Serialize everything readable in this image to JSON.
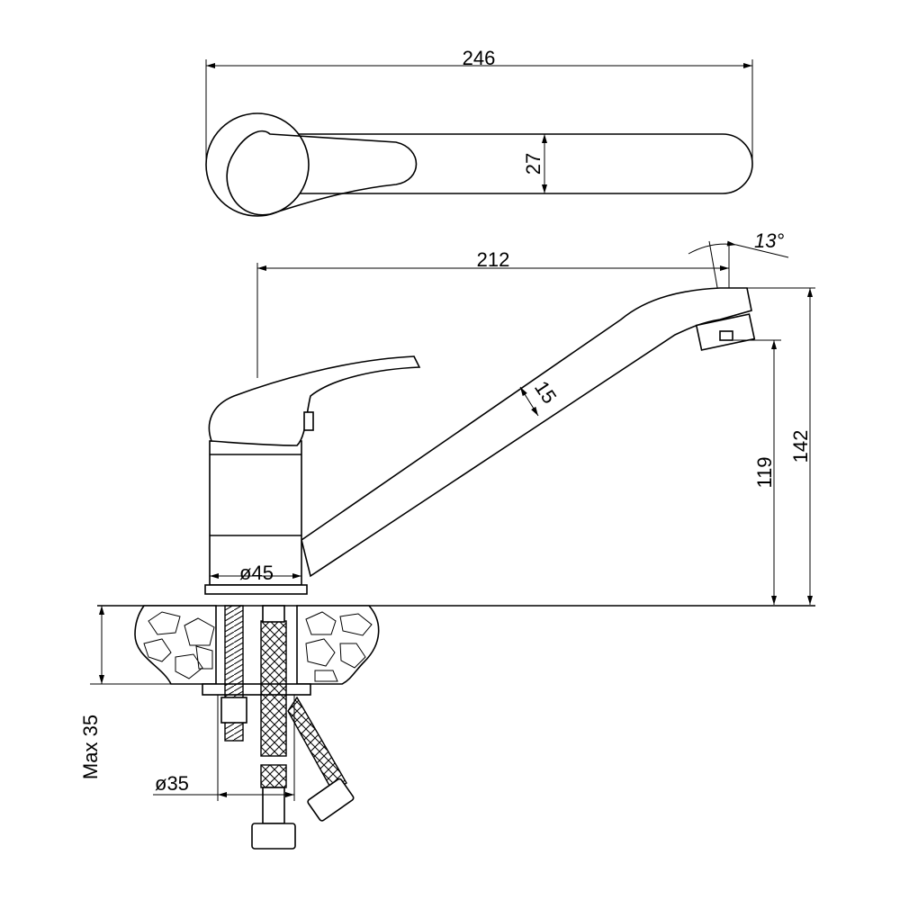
{
  "drawing": {
    "title": "Kitchen faucet dimension drawing",
    "dimensions": {
      "overall_length_top": "246",
      "lever_width": "27",
      "spout_reach": "212",
      "aerator_angle": "13°",
      "spout_diameter": "15",
      "outlet_height": "119",
      "total_height": "142",
      "base_diameter": "ø45",
      "max_counter_thickness": "Max 35",
      "hole_diameter": "ø35"
    },
    "colors": {
      "line": "#000000",
      "background": "#ffffff"
    }
  }
}
